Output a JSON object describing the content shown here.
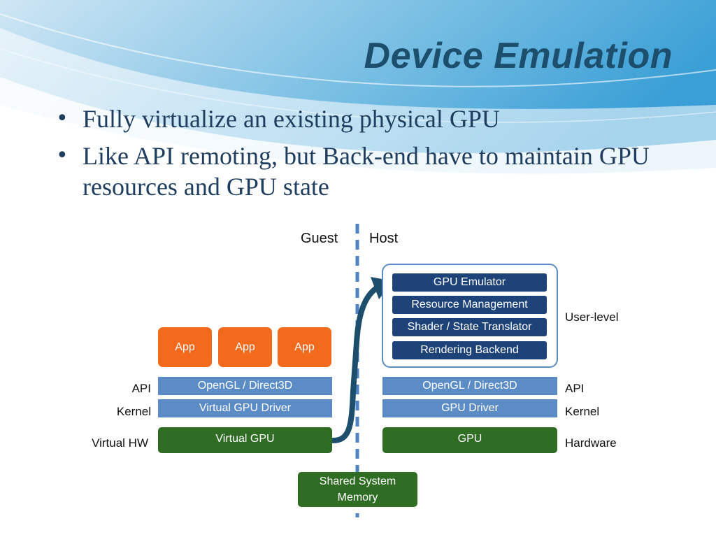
{
  "slide": {
    "title": "Device Emulation",
    "bullets": [
      "Fully virtualize an existing physical GPU",
      "Like API remoting, but Back-end have to maintain GPU resources and GPU state"
    ]
  },
  "diagram": {
    "divider_labels": {
      "guest": "Guest",
      "host": "Host"
    },
    "guest": {
      "apps": [
        "App",
        "App",
        "App"
      ],
      "api_layer": "OpenGL / Direct3D",
      "kernel_layer": "Virtual GPU Driver",
      "hw_layer": "Virtual GPU",
      "labels": {
        "api": "API",
        "kernel": "Kernel",
        "hw": "Virtual HW"
      }
    },
    "host": {
      "user_level": [
        "GPU Emulator",
        "Resource Management",
        "Shader / State Translator",
        "Rendering Backend"
      ],
      "api_layer": "OpenGL / Direct3D",
      "kernel_layer": "GPU Driver",
      "hw_layer": "GPU",
      "labels": {
        "user": "User-level",
        "api": "API",
        "kernel": "Kernel",
        "hw": "Hardware"
      }
    },
    "shared_memory": "Shared System Memory",
    "colors": {
      "app": "#f36a1c",
      "api": "#5b8cc6",
      "hardware": "#2f6c24",
      "host_block": "#1d4379",
      "arrow": "#1d4f6d",
      "divider": "#4f83c3"
    }
  }
}
